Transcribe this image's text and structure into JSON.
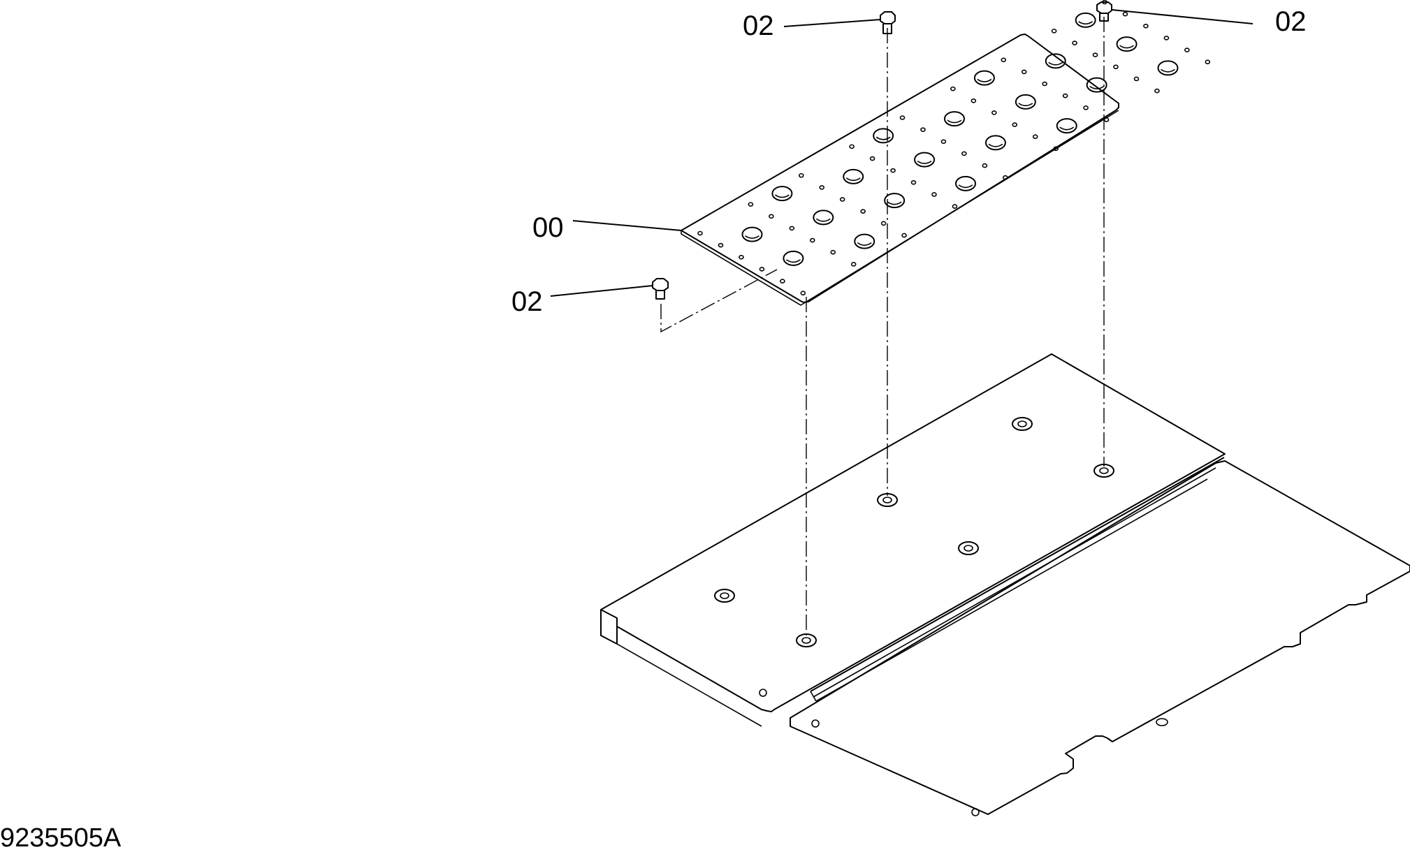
{
  "drawing": {
    "number": "9235505A",
    "callouts": [
      {
        "id": "callout-plate",
        "label": "00"
      },
      {
        "id": "callout-bolt-top-left",
        "label": "02"
      },
      {
        "id": "callout-bolt-top-right",
        "label": "02"
      },
      {
        "id": "callout-bolt-left",
        "label": "02"
      }
    ]
  }
}
